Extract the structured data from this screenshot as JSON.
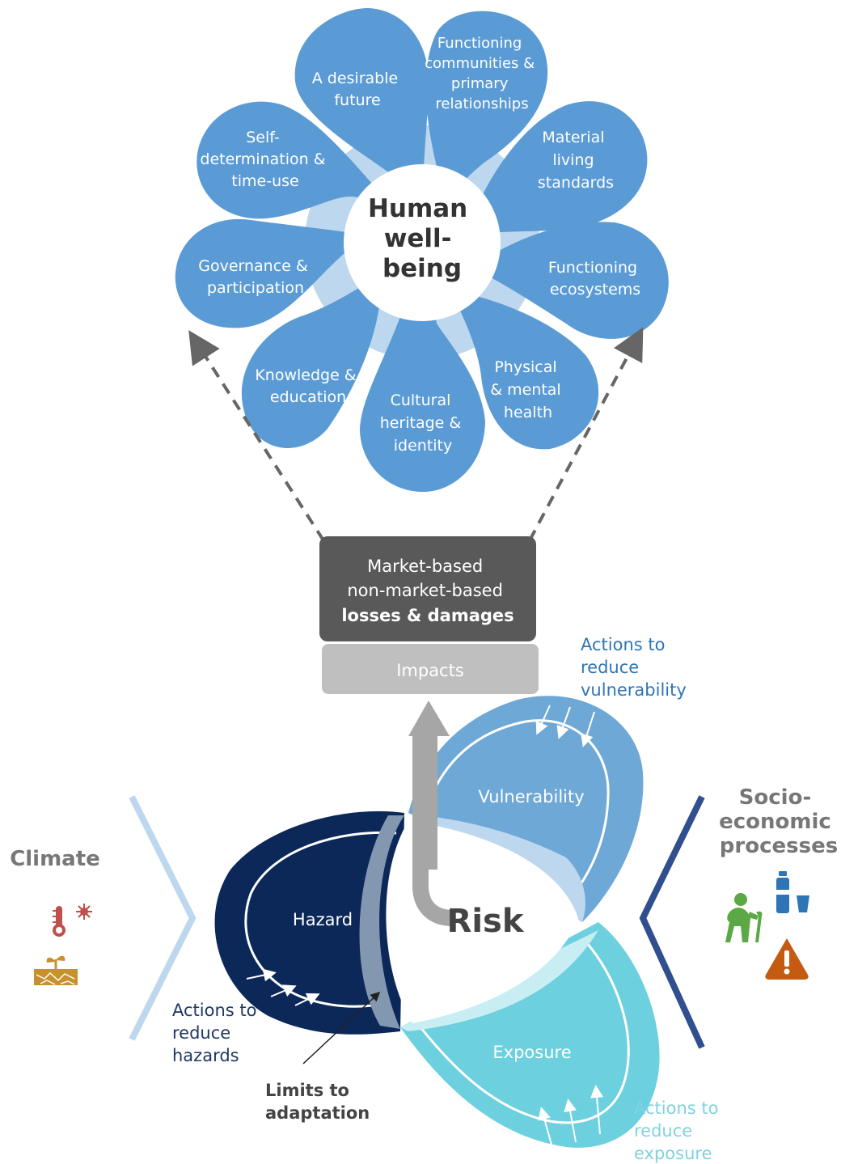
{
  "wellbeing": {
    "center_line1": "Human",
    "center_line2": "well-",
    "center_line3": "being",
    "petals": [
      {
        "lines": [
          "A desirable",
          "future"
        ]
      },
      {
        "lines": [
          "Functioning",
          "communities &",
          "primary",
          "relationships"
        ]
      },
      {
        "lines": [
          "Material",
          "living",
          "standards"
        ]
      },
      {
        "lines": [
          "Functioning",
          "ecosystems"
        ]
      },
      {
        "lines": [
          "Physical",
          "& mental",
          "health"
        ]
      },
      {
        "lines": [
          "Cultural",
          "heritage &",
          "identity"
        ]
      },
      {
        "lines": [
          "Knowledge &",
          "education"
        ]
      },
      {
        "lines": [
          "Governance &",
          "participation"
        ]
      },
      {
        "lines": [
          "Self-",
          "determination &",
          "time-use"
        ]
      }
    ]
  },
  "losses_box": {
    "line1": "Market-based",
    "line2": "non-market-based",
    "line3": "losses & damages"
  },
  "impacts_label": "Impacts",
  "risk": {
    "center": "Risk",
    "hazard": "Hazard",
    "vulnerability": "Vulnerability",
    "exposure": "Exposure"
  },
  "actions": {
    "vulnerability": [
      "Actions to",
      "reduce",
      "vulnerability"
    ],
    "hazards": [
      "Actions to",
      "reduce",
      "hazards"
    ],
    "exposure": [
      "Actions to",
      "reduce",
      "exposure"
    ]
  },
  "limits": [
    "Limits to",
    "adaptation"
  ],
  "climate_title": "Climate",
  "socio_title": [
    "Socio-",
    "economic",
    "processes"
  ],
  "icons": [
    "thermometer-sun-icon",
    "drought-plant-icon",
    "elderly-person-icon",
    "water-bottle-cup-icon",
    "warning-icon"
  ],
  "colors": {
    "petal": "#5b9bd5",
    "petal_glow": "#bdd7ee",
    "hazard": "#0b2859",
    "vulnerability": "#6ea8d6",
    "exposure": "#6cd0de",
    "losses_box": "#595959",
    "impacts_box": "#bfbfbf",
    "climate_chevron": "#bdd7ee",
    "socio_chevron": "#2f4f8f",
    "action_vulnerability": "#2e75b6",
    "action_hazards": "#1f3864",
    "action_exposure": "#7fd3e0"
  }
}
